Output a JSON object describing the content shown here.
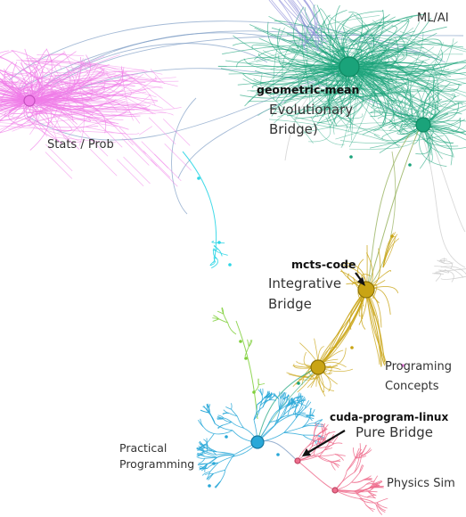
{
  "clusters": [
    {
      "key": "stats",
      "label": "Stats / Prob",
      "color": "#f07be8"
    },
    {
      "key": "ml",
      "label": "ML/AI",
      "color": "#1aa37a"
    },
    {
      "key": "integrative",
      "label": "Integrative Bridge",
      "color": "#c9a414"
    },
    {
      "key": "concepts",
      "label": "Programing Concepts",
      "color": "#c9a414"
    },
    {
      "key": "practical",
      "label": "Practical Programming",
      "color": "#29a8d8"
    },
    {
      "key": "physics",
      "label": "Physics Sim",
      "color": "#ee6f8e"
    },
    {
      "key": "cuda",
      "label": "Pure Bridge",
      "color": "#ee6f8e"
    }
  ],
  "labels": {
    "ml_ai": "ML/AI",
    "stats_prob": "Stats / Prob",
    "evolutionary_line1": "Evolutionary",
    "evolutionary_line2": "Bridge)",
    "integrative_line1": "Integrative",
    "integrative_line2": "Bridge",
    "concepts_line1": "Programing",
    "concepts_line2": "Concepts",
    "practical_line1": "Practical",
    "practical_line2": "Programming",
    "pure_bridge": "Pure Bridge",
    "physics_sim": "Physics Sim"
  },
  "callouts": {
    "geometric_mean": "geometric-mean",
    "mcts_code": "mcts-code",
    "cuda_program_linux": "cuda-program-linux"
  },
  "colors": {
    "stats": "#f07be8",
    "ml": "#1aa37a",
    "ml_dark": "#0f8a63",
    "gold": "#c9a414",
    "blue": "#29a8d8",
    "pink": "#ee6f8e",
    "green": "#7fcf3a",
    "lavender": "#8f8fd8",
    "steel": "#7d9cc4",
    "cyan": "#2ed6e6",
    "gray": "#c8c8c8",
    "olive": "#8aa84a"
  }
}
